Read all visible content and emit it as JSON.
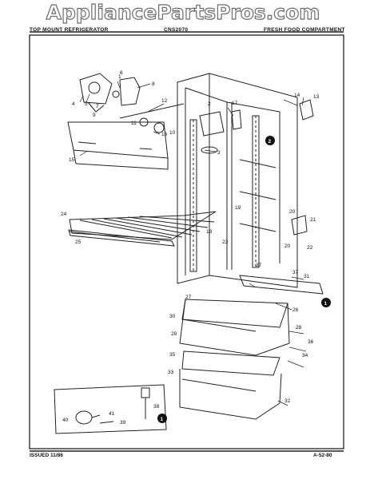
{
  "watermark": "AppliancePartsPros.com",
  "header": {
    "left": "TOP MOUNT REFRIGERATOR",
    "center": "CNS2070",
    "right": "FRESH FOOD COMPARTMENT"
  },
  "footer": {
    "left": "ISSUED 11/86",
    "right": "A-52-80"
  },
  "callouts": [
    "1",
    "2",
    "3",
    "4",
    "5",
    "6",
    "7",
    "8",
    "9",
    "10",
    "11",
    "12",
    "13",
    "14",
    "15",
    "16",
    "17",
    "18",
    "19",
    "20",
    "20",
    "21",
    "22",
    "23",
    "24",
    "25",
    "26",
    "27",
    "28",
    "29",
    "30",
    "31",
    "32",
    "33",
    "34",
    "35",
    "36",
    "37",
    "37",
    "38",
    "39",
    "40",
    "41"
  ],
  "markers": [
    "1",
    "2",
    "1"
  ]
}
